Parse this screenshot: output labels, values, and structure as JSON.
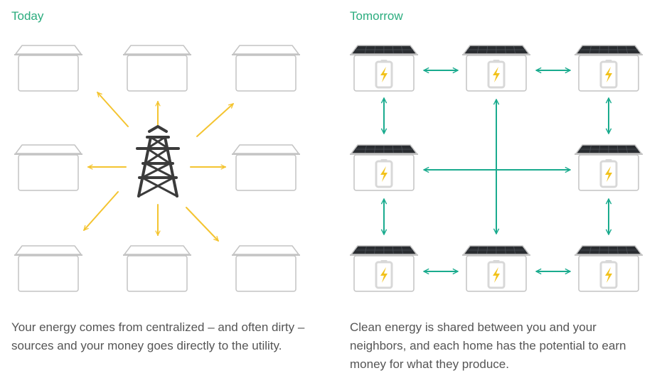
{
  "today": {
    "title": "Today",
    "caption": "Your energy comes from centralized – and often dirty – sources and your money goes directly to the utility."
  },
  "tomorrow": {
    "title": "Tomorrow",
    "caption": "Clean energy is shared between you and your neighbors, and each home has the potential to earn money for what they produce."
  },
  "colors": {
    "title": "#2bac7e",
    "caption": "#555555",
    "house_stroke": "#c4c4c4",
    "grid_arrow": "#f4c430",
    "share_arrow": "#1aab8e",
    "tower": "#3b3b3b",
    "solar_panel": "#2a2d31",
    "battery": "#d8d8d8",
    "bolt": "#f2c21c"
  },
  "icons": {
    "tower": "transmission-tower-icon",
    "battery": "battery-icon",
    "bolt": "lightning-bolt-icon",
    "house": "house-icon",
    "solar": "solar-panel-icon"
  }
}
